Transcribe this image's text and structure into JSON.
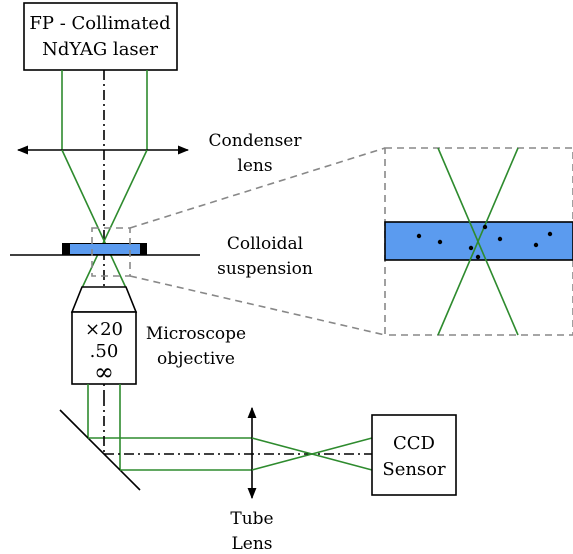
{
  "laser": {
    "line1": "FP - Collimated",
    "line2": "NdYAG laser"
  },
  "condenser": {
    "line1": "Condenser",
    "line2": "lens"
  },
  "suspension": {
    "line1": "Colloidal",
    "line2": "suspension"
  },
  "objective_label": {
    "line1": "Microscope",
    "line2": "objective"
  },
  "objective_specs": {
    "mag": "×20",
    "na": ".50",
    "inf": "∞"
  },
  "ccd": {
    "line1": "CCD",
    "line2": "Sensor"
  },
  "tube": {
    "line1": "Tube",
    "line2": "Lens"
  },
  "colors": {
    "beam": "#2e8b2e",
    "suspension": "#5b9bef",
    "frame": "#888888"
  }
}
